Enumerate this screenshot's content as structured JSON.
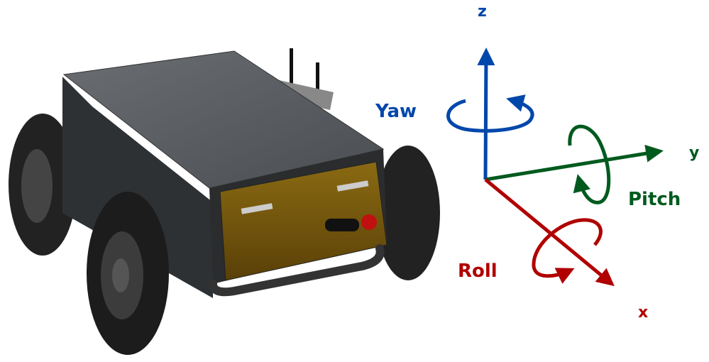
{
  "axes": {
    "z": {
      "label": "z",
      "rotation_label": "Yaw",
      "color": "#0047ab"
    },
    "y": {
      "label": "y",
      "rotation_label": "Pitch",
      "color": "#005a1e"
    },
    "x": {
      "label": "x",
      "rotation_label": "Roll",
      "color": "#b00000"
    }
  },
  "robot": {
    "panel_color": "#7a5a0a",
    "body_color": "#3a3d40"
  }
}
